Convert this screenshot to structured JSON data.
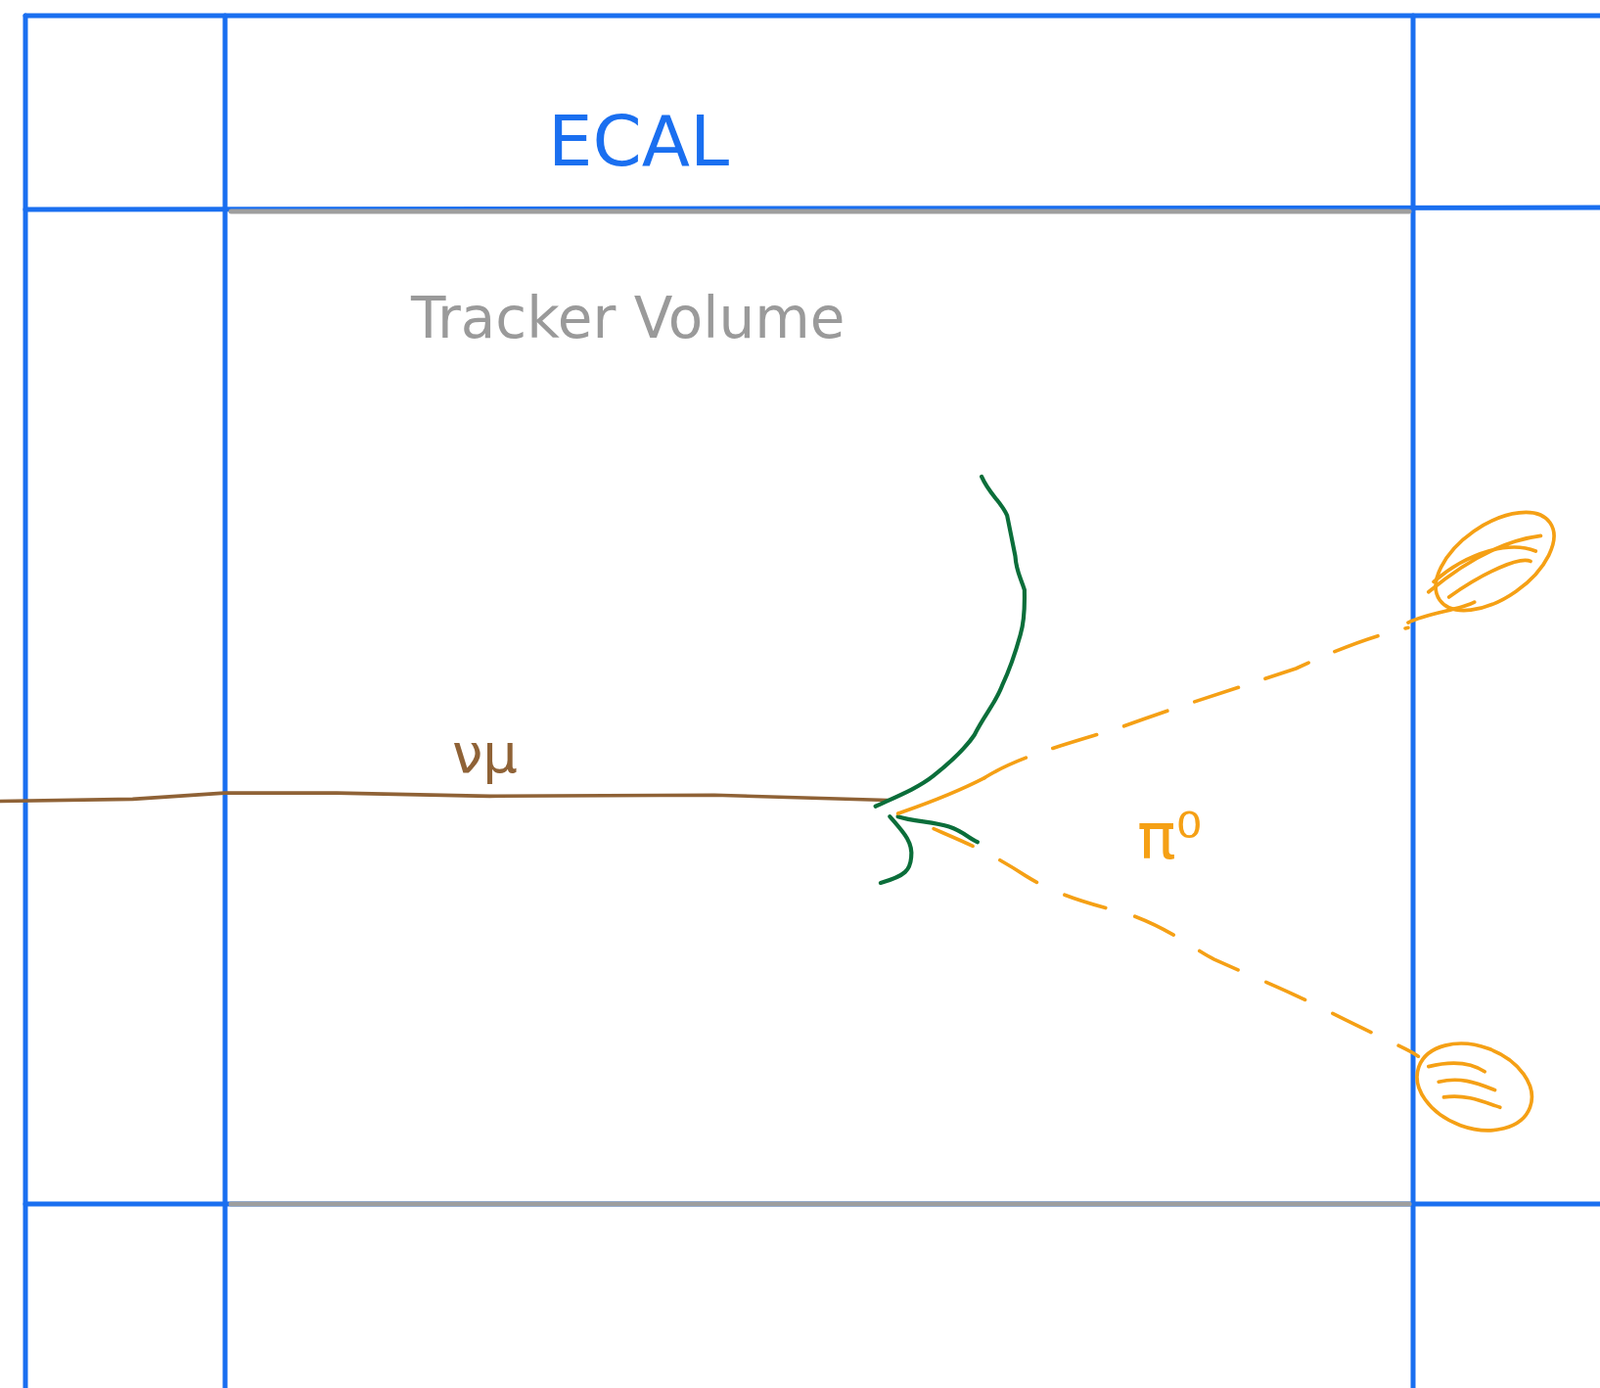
{
  "diagram": {
    "labels": [
      "ECAL",
      "Tracker Volume",
      "νμ",
      "π⁰"
    ]
  }
}
